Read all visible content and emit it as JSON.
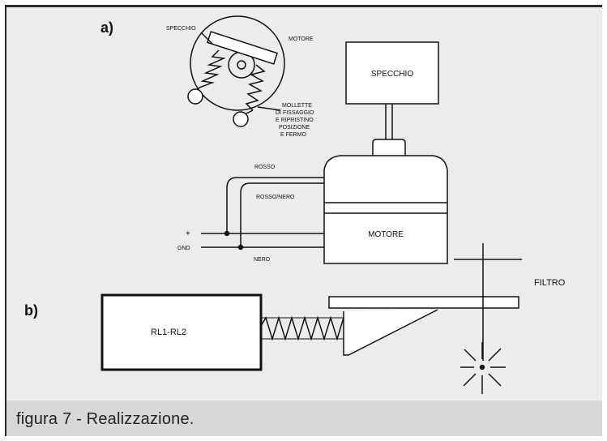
{
  "figure": {
    "caption": "figura 7 - Realizzazione."
  },
  "panel_a": {
    "tag": "a)",
    "labels": {
      "specchio_small": "SPECCHIO",
      "motore_small": "MOTORE",
      "mollette_1": "MOLLETTE",
      "mollette_2": "DI FISSAGGIO",
      "mollette_3": "E RIPRISTINO",
      "mollette_4": "POSIZIONE",
      "mollette_5": "E FERMO",
      "specchio_box": "SPECCHIO",
      "motore_box": "MOTORE",
      "wire_rosso": "ROSSO",
      "wire_rosso_nero": "ROSSO/NERO",
      "wire_plus": "+",
      "wire_gnd": "GND",
      "wire_nero": "NERO"
    }
  },
  "panel_b": {
    "tag": "b)",
    "labels": {
      "relay": "RL1-RL2",
      "filtro": "FILTRO"
    }
  },
  "colors": {
    "line": "#111111",
    "frame_bg": "#ececec",
    "caption_bg": "#d8d8d8"
  }
}
